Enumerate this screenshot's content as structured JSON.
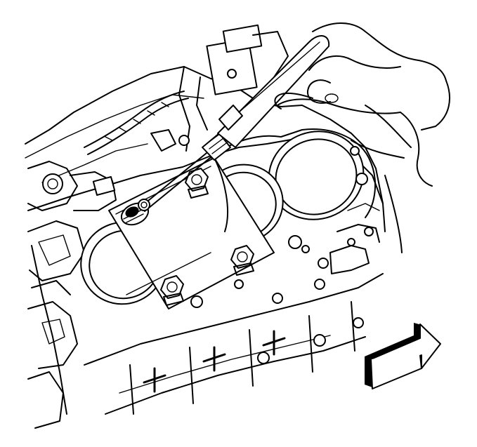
{
  "figure": {
    "style": "black-and-white service-manual line illustration",
    "icons": [
      "engine-block",
      "cylinder-bore",
      "bore-gauge-plate",
      "bolt",
      "dial-tool",
      "hand",
      "direction-arrow"
    ]
  }
}
